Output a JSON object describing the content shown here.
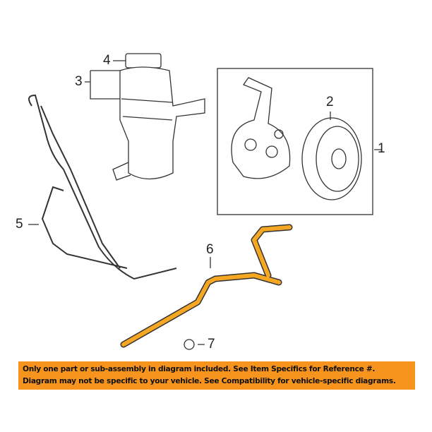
{
  "callouts": [
    "1",
    "2",
    "3",
    "4",
    "5",
    "6",
    "7"
  ],
  "banner": {
    "line1": "Only one part or sub-assembly in diagram included. See Item Specifics for Reference #.",
    "line2": "Diagram may not be specific to your vehicle. See Compatibility for vehicle-specific diagrams."
  },
  "colors": {
    "banner": "#f7941d",
    "highlight_part": "#f5a623",
    "line": "#333333"
  }
}
